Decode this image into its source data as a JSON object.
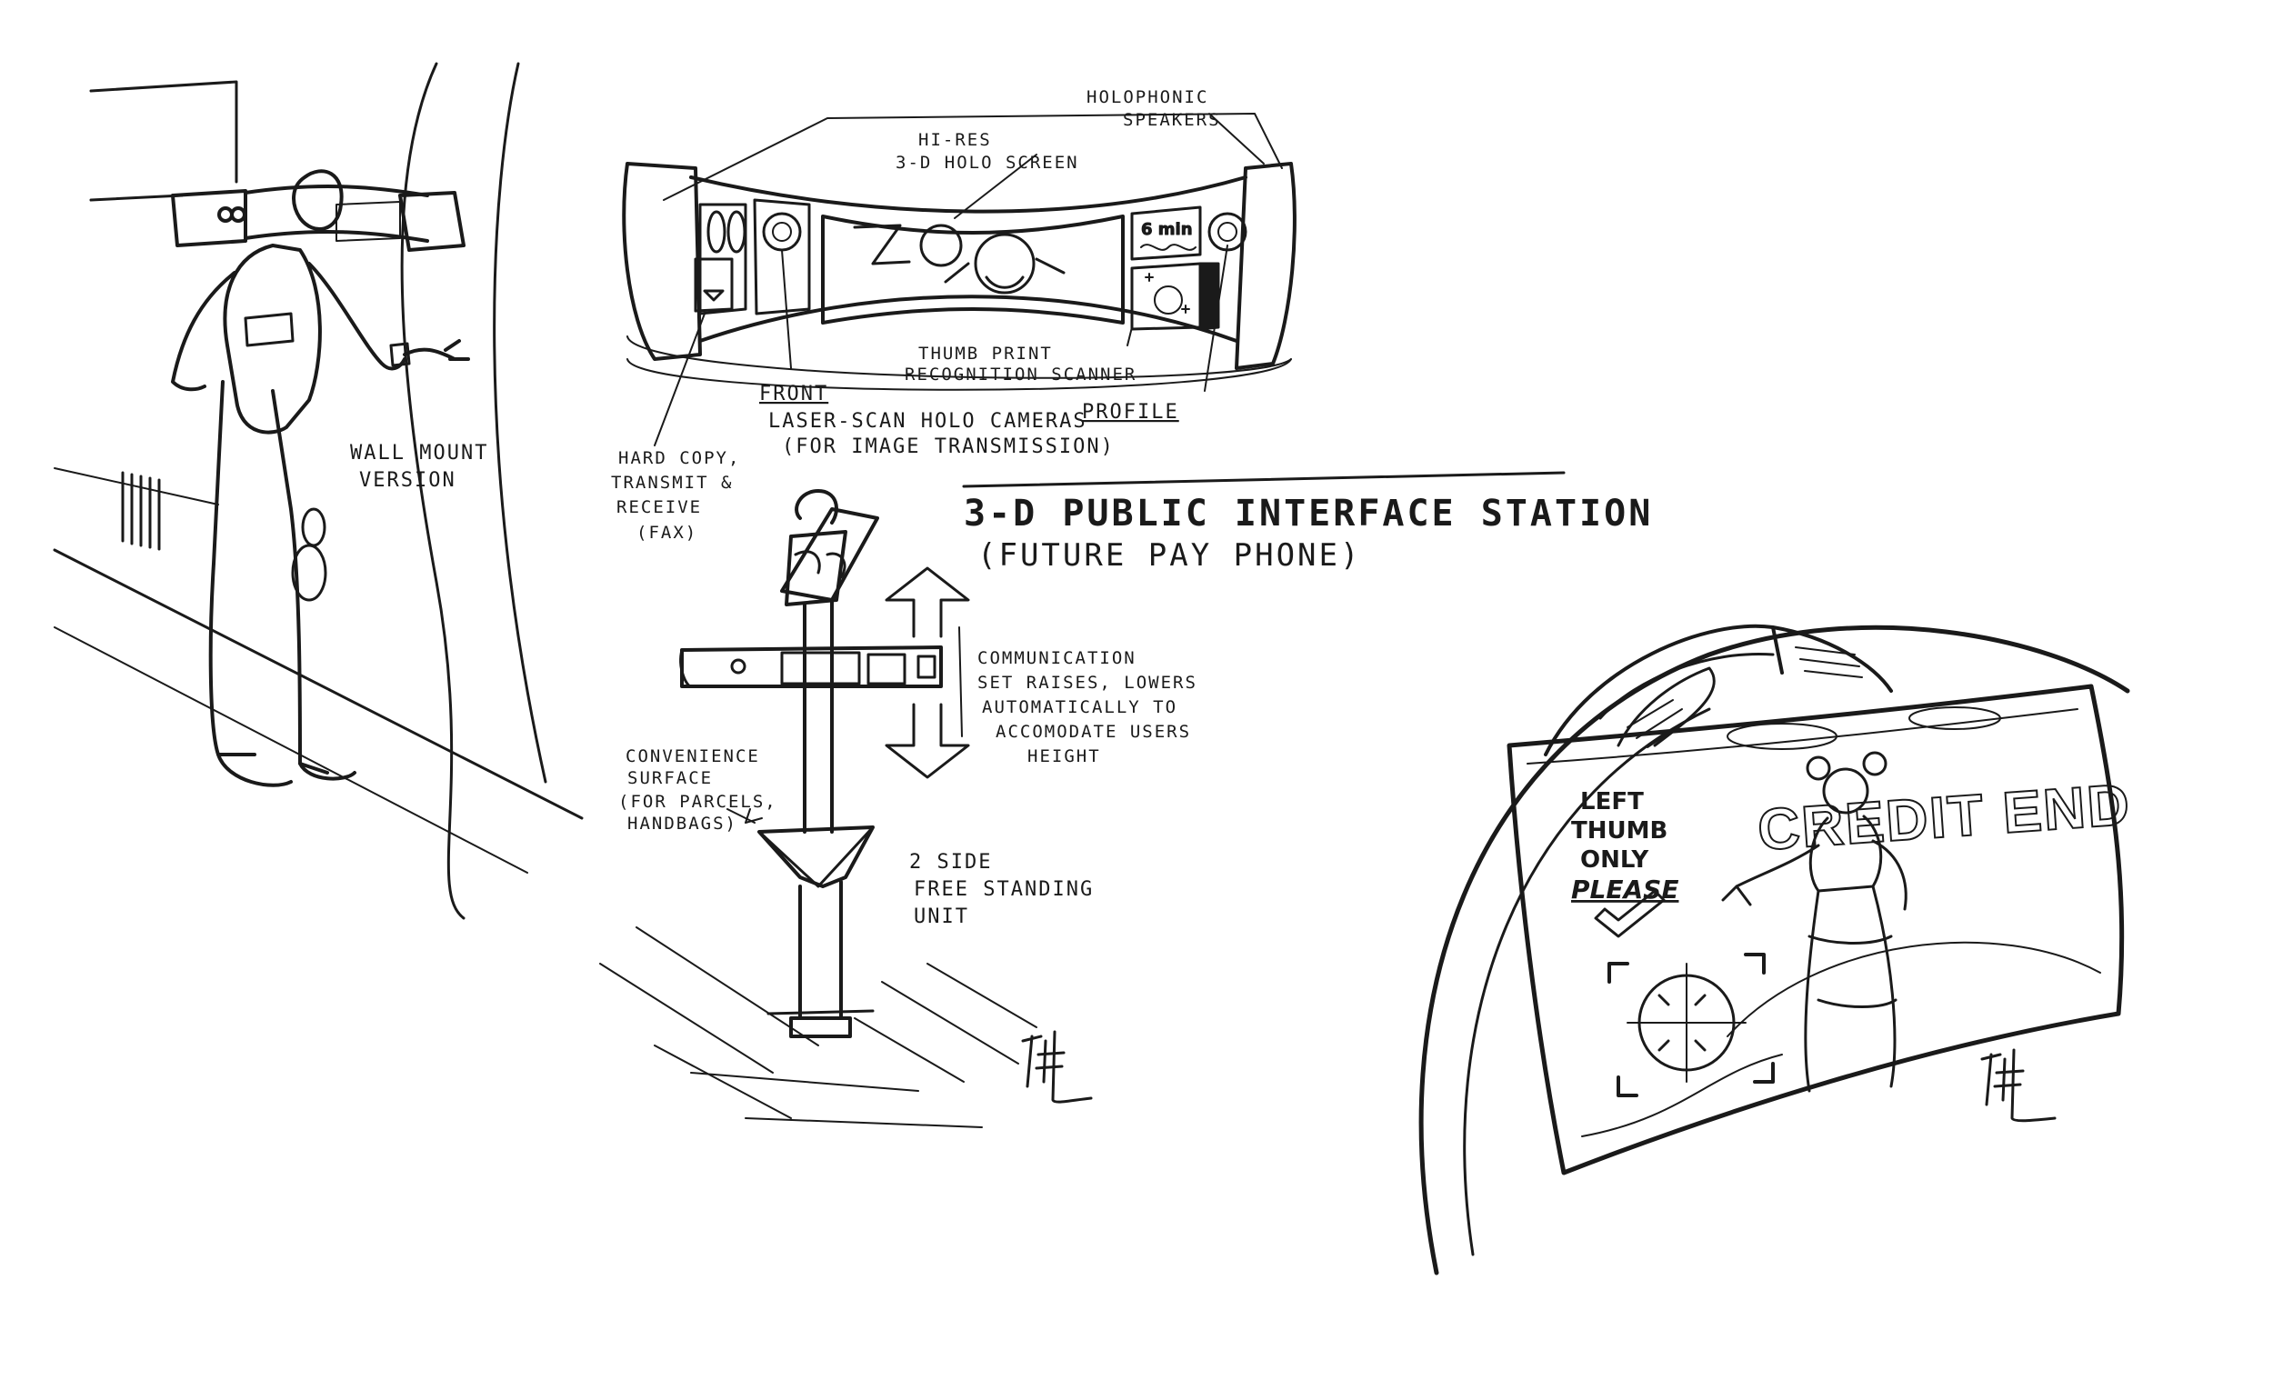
{
  "title": "3-D PUBLIC INTERFACE STATION",
  "subtitle": "(FUTURE PAY PHONE)",
  "wall_mount": {
    "label_line1": "WALL MOUNT",
    "label_line2": "VERSION"
  },
  "callouts": {
    "holophonic_line1": "HOLOPHONIC",
    "holophonic_line2": "SPEAKERS",
    "hires_line1": "HI-RES",
    "hires_line2": "3-D HOLO SCREEN",
    "thumb_line1": "THUMB PRINT",
    "thumb_line2": "RECOGNITION SCANNER",
    "front": "FRONT",
    "profile": "PROFILE",
    "laser_line1": "LASER-SCAN HOLO CAMERAS",
    "laser_line2": "(FOR IMAGE TRANSMISSION)",
    "hardcopy_line1": "HARD COPY,",
    "hardcopy_line2": "TRANSMIT &",
    "hardcopy_line3": "RECEIVE",
    "hardcopy_line4": "(FAX)",
    "comm_line1": "COMMUNICATION",
    "comm_line2": "SET RAISES, LOWERS",
    "comm_line3": "AUTOMATICALLY TO",
    "comm_line4": "ACCOMODATE USERS",
    "comm_line5": "HEIGHT",
    "conv_line1": "CONVENIENCE",
    "conv_line2": "SURFACE",
    "conv_line3": "(FOR PARCELS,",
    "conv_line4": "HANDBAGS)",
    "twoside_line1": "2 SIDE",
    "twoside_line2": "FREE STANDING",
    "twoside_line3": "UNIT"
  },
  "screen_closeup": {
    "prompt_line1": "LEFT",
    "prompt_line2": "THUMB",
    "prompt_line3": "ONLY",
    "prompt_line4": "PLEASE",
    "brand": "CREDIT END"
  },
  "colors": {
    "ink": "#1a1a1a",
    "paper": "#ffffff"
  }
}
